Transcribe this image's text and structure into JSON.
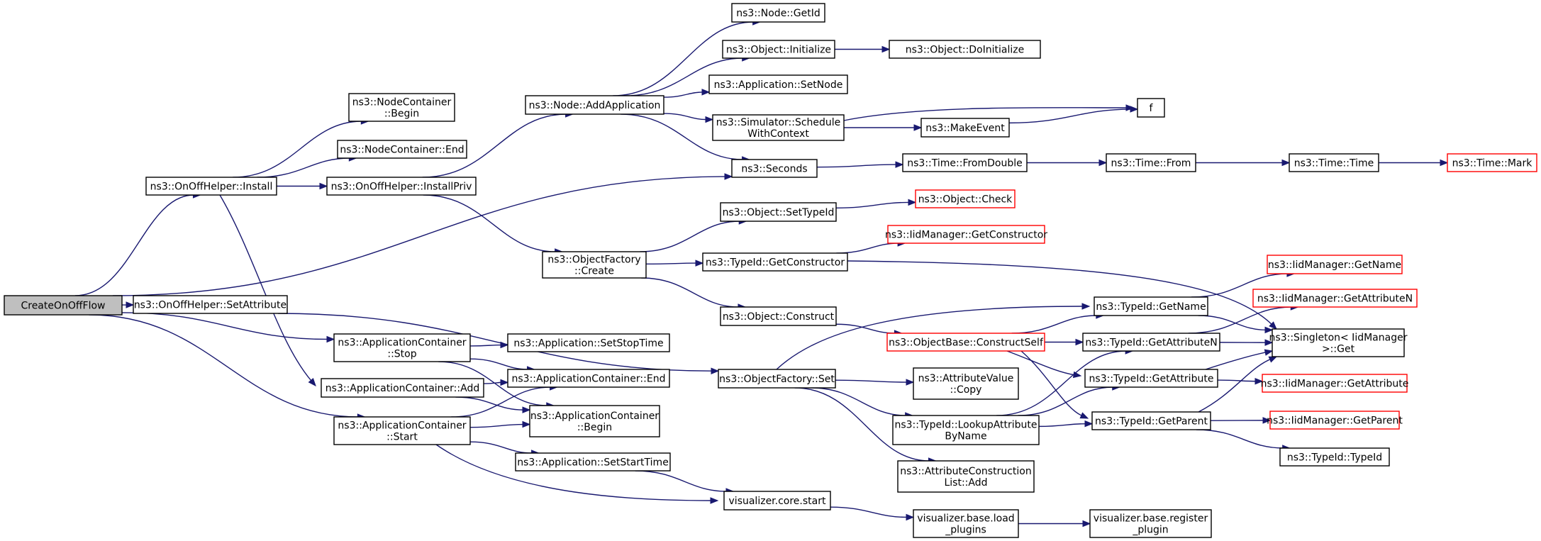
{
  "graph": {
    "colors": {
      "edge": "#191970",
      "root_fill": "#bfbfbf",
      "truncated_border": "#ff0000"
    },
    "nodes": [
      {
        "id": "createonoffflow",
        "lines": [
          "CreateOnOffFlow"
        ],
        "root": true
      },
      {
        "id": "onoffhelper-install",
        "lines": [
          "ns3::OnOffHelper::Install"
        ]
      },
      {
        "id": "onoffhelper-setattribute",
        "lines": [
          "ns3::OnOffHelper::SetAttribute"
        ]
      },
      {
        "id": "applicationcontainer-stop",
        "lines": [
          "ns3::ApplicationContainer",
          "::Stop"
        ]
      },
      {
        "id": "applicationcontainer-add",
        "lines": [
          "ns3::ApplicationContainer::Add"
        ]
      },
      {
        "id": "applicationcontainer-start",
        "lines": [
          "ns3::ApplicationContainer",
          "::Start"
        ]
      },
      {
        "id": "nodecontainer-begin",
        "lines": [
          "ns3::NodeContainer",
          "::Begin"
        ]
      },
      {
        "id": "nodecontainer-end",
        "lines": [
          "ns3::NodeContainer::End"
        ]
      },
      {
        "id": "onoffhelper-installpriv",
        "lines": [
          "ns3::OnOffHelper::InstallPriv"
        ]
      },
      {
        "id": "application-setstoptime",
        "lines": [
          "ns3::Application::SetStopTime"
        ]
      },
      {
        "id": "applicationcontainer-end",
        "lines": [
          "ns3::ApplicationContainer::End"
        ]
      },
      {
        "id": "applicationcontainer-begin",
        "lines": [
          "ns3::ApplicationContainer",
          "::Begin"
        ]
      },
      {
        "id": "application-setstarttime",
        "lines": [
          "ns3::Application::SetStartTime"
        ]
      },
      {
        "id": "node-addapplication",
        "lines": [
          "ns3::Node::AddApplication"
        ]
      },
      {
        "id": "objectfactory-create",
        "lines": [
          "ns3::ObjectFactory",
          "::Create"
        ]
      },
      {
        "id": "objectfactory-set",
        "lines": [
          "ns3::ObjectFactory::Set"
        ]
      },
      {
        "id": "visualizer-core-start",
        "lines": [
          "visualizer.core.start"
        ]
      },
      {
        "id": "node-getid",
        "lines": [
          "ns3::Node::GetId"
        ]
      },
      {
        "id": "object-initialize",
        "lines": [
          "ns3::Object::Initialize"
        ]
      },
      {
        "id": "application-setnode",
        "lines": [
          "ns3::Application::SetNode"
        ]
      },
      {
        "id": "simulator-schedulewithcontext",
        "lines": [
          "ns3::Simulator::Schedule",
          "WithContext"
        ]
      },
      {
        "id": "seconds",
        "lines": [
          "ns3::Seconds"
        ]
      },
      {
        "id": "object-settypeid",
        "lines": [
          "ns3::Object::SetTypeId"
        ]
      },
      {
        "id": "typeid-getconstructor",
        "lines": [
          "ns3::TypeId::GetConstructor"
        ]
      },
      {
        "id": "object-construct",
        "lines": [
          "ns3::Object::Construct"
        ]
      },
      {
        "id": "attributevalue-copy",
        "lines": [
          "ns3::AttributeValue",
          "::Copy"
        ]
      },
      {
        "id": "typeid-lookupattributebyname",
        "lines": [
          "ns3::TypeId::LookupAttribute",
          "ByName"
        ]
      },
      {
        "id": "attributeconstructionlist-add",
        "lines": [
          "ns3::AttributeConstruction",
          "List::Add"
        ]
      },
      {
        "id": "visualizer-base-load-plugins",
        "lines": [
          "visualizer.base.load",
          "_plugins"
        ]
      },
      {
        "id": "object-doinitialize",
        "lines": [
          "ns3::Object::DoInitialize"
        ]
      },
      {
        "id": "makeevent",
        "lines": [
          "ns3::MakeEvent"
        ]
      },
      {
        "id": "f",
        "lines": [
          "f"
        ]
      },
      {
        "id": "time-fromdouble",
        "lines": [
          "ns3::Time::FromDouble"
        ]
      },
      {
        "id": "object-check",
        "lines": [
          "ns3::Object::Check"
        ],
        "truncated": true
      },
      {
        "id": "iidmanager-getconstructor",
        "lines": [
          "ns3::IidManager::GetConstructor"
        ],
        "truncated": true
      },
      {
        "id": "objectbase-constructself",
        "lines": [
          "ns3::ObjectBase::ConstructSelf"
        ],
        "truncated": true
      },
      {
        "id": "visualizer-base-register-plugin",
        "lines": [
          "visualizer.base.register",
          "_plugin"
        ]
      },
      {
        "id": "time-from",
        "lines": [
          "ns3::Time::From"
        ]
      },
      {
        "id": "typeid-getname",
        "lines": [
          "ns3::TypeId::GetName"
        ]
      },
      {
        "id": "typeid-getattributen",
        "lines": [
          "ns3::TypeId::GetAttributeN"
        ]
      },
      {
        "id": "typeid-getattribute",
        "lines": [
          "ns3::TypeId::GetAttribute"
        ]
      },
      {
        "id": "typeid-getparent",
        "lines": [
          "ns3::TypeId::GetParent"
        ]
      },
      {
        "id": "time-time",
        "lines": [
          "ns3::Time::Time"
        ]
      },
      {
        "id": "iidmanager-getname",
        "lines": [
          "ns3::IidManager::GetName"
        ],
        "truncated": true
      },
      {
        "id": "iidmanager-getattributen",
        "lines": [
          "ns3::IidManager::GetAttributeN"
        ],
        "truncated": true
      },
      {
        "id": "singleton-iidmanager-get",
        "lines": [
          "ns3::Singleton< IidManager",
          " >::Get"
        ]
      },
      {
        "id": "iidmanager-getattribute",
        "lines": [
          "ns3::IidManager::GetAttribute"
        ],
        "truncated": true
      },
      {
        "id": "iidmanager-getparent",
        "lines": [
          "ns3::IidManager::GetParent"
        ],
        "truncated": true
      },
      {
        "id": "typeid-typeid",
        "lines": [
          "ns3::TypeId::TypeId"
        ]
      },
      {
        "id": "time-mark",
        "lines": [
          "ns3::Time::Mark"
        ],
        "truncated": true
      }
    ],
    "edges": [
      [
        "createonoffflow",
        "onoffhelper-install"
      ],
      [
        "createonoffflow",
        "seconds"
      ],
      [
        "createonoffflow",
        "onoffhelper-setattribute"
      ],
      [
        "createonoffflow",
        "applicationcontainer-stop"
      ],
      [
        "createonoffflow",
        "applicationcontainer-start"
      ],
      [
        "onoffhelper-install",
        "nodecontainer-begin"
      ],
      [
        "onoffhelper-install",
        "nodecontainer-end"
      ],
      [
        "onoffhelper-install",
        "onoffhelper-installpriv"
      ],
      [
        "onoffhelper-install",
        "applicationcontainer-add"
      ],
      [
        "onoffhelper-installpriv",
        "node-addapplication"
      ],
      [
        "onoffhelper-installpriv",
        "objectfactory-create"
      ],
      [
        "onoffhelper-setattribute",
        "objectfactory-set"
      ],
      [
        "applicationcontainer-stop",
        "application-setstoptime"
      ],
      [
        "applicationcontainer-stop",
        "applicationcontainer-end"
      ],
      [
        "applicationcontainer-stop",
        "applicationcontainer-begin"
      ],
      [
        "applicationcontainer-add",
        "applicationcontainer-end"
      ],
      [
        "applicationcontainer-add",
        "applicationcontainer-begin"
      ],
      [
        "applicationcontainer-start",
        "applicationcontainer-end"
      ],
      [
        "applicationcontainer-start",
        "applicationcontainer-begin"
      ],
      [
        "applicationcontainer-start",
        "application-setstarttime"
      ],
      [
        "applicationcontainer-start",
        "visualizer-core-start"
      ],
      [
        "application-setstarttime",
        "visualizer-core-start"
      ],
      [
        "node-addapplication",
        "node-getid"
      ],
      [
        "node-addapplication",
        "object-initialize"
      ],
      [
        "node-addapplication",
        "application-setnode"
      ],
      [
        "node-addapplication",
        "simulator-schedulewithcontext"
      ],
      [
        "node-addapplication",
        "seconds"
      ],
      [
        "object-initialize",
        "object-doinitialize"
      ],
      [
        "simulator-schedulewithcontext",
        "makeevent"
      ],
      [
        "simulator-schedulewithcontext",
        "f"
      ],
      [
        "makeevent",
        "f"
      ],
      [
        "seconds",
        "time-fromdouble"
      ],
      [
        "time-fromdouble",
        "time-from"
      ],
      [
        "time-from",
        "time-time"
      ],
      [
        "time-time",
        "time-mark"
      ],
      [
        "objectfactory-create",
        "object-settypeid"
      ],
      [
        "objectfactory-create",
        "typeid-getconstructor"
      ],
      [
        "objectfactory-create",
        "object-construct"
      ],
      [
        "object-settypeid",
        "object-check"
      ],
      [
        "typeid-getconstructor",
        "iidmanager-getconstructor"
      ],
      [
        "typeid-getconstructor",
        "singleton-iidmanager-get"
      ],
      [
        "object-construct",
        "objectbase-constructself"
      ],
      [
        "objectbase-constructself",
        "typeid-getname"
      ],
      [
        "objectbase-constructself",
        "typeid-getattributen"
      ],
      [
        "objectbase-constructself",
        "typeid-getattribute"
      ],
      [
        "objectbase-constructself",
        "typeid-getparent"
      ],
      [
        "objectfactory-set",
        "typeid-getname"
      ],
      [
        "objectfactory-set",
        "attributevalue-copy"
      ],
      [
        "objectfactory-set",
        "typeid-lookupattributebyname"
      ],
      [
        "objectfactory-set",
        "attributeconstructionlist-add"
      ],
      [
        "typeid-lookupattributebyname",
        "typeid-getattributen"
      ],
      [
        "typeid-lookupattributebyname",
        "typeid-getattribute"
      ],
      [
        "typeid-lookupattributebyname",
        "typeid-getparent"
      ],
      [
        "typeid-getname",
        "iidmanager-getname"
      ],
      [
        "typeid-getname",
        "singleton-iidmanager-get"
      ],
      [
        "typeid-getattributen",
        "iidmanager-getattributen"
      ],
      [
        "typeid-getattributen",
        "singleton-iidmanager-get"
      ],
      [
        "typeid-getattribute",
        "iidmanager-getattribute"
      ],
      [
        "typeid-getattribute",
        "singleton-iidmanager-get"
      ],
      [
        "typeid-getparent",
        "iidmanager-getparent"
      ],
      [
        "typeid-getparent",
        "typeid-typeid"
      ],
      [
        "typeid-getparent",
        "singleton-iidmanager-get"
      ],
      [
        "visualizer-core-start",
        "visualizer-base-load-plugins"
      ],
      [
        "visualizer-base-load-plugins",
        "visualizer-base-register-plugin"
      ]
    ]
  }
}
